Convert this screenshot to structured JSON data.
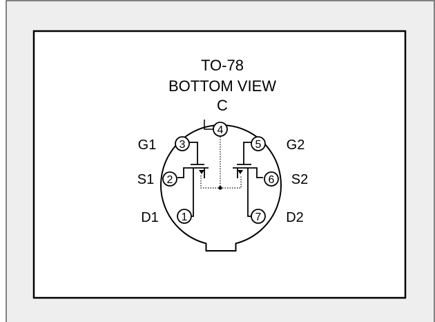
{
  "colors": {
    "outer_panel": "#eeeeee",
    "outer_border": "#5a5a5a",
    "inner_panel": "#ffffff",
    "ink": "#000000"
  },
  "diagram": {
    "title_line1": "TO-78",
    "title_line2": "BOTTOM VIEW",
    "case_label": "C",
    "labels": {
      "g1": "G1",
      "s1": "S1",
      "d1": "D1",
      "g2": "G2",
      "s2": "S2",
      "d2": "D2"
    },
    "pins": [
      "1",
      "2",
      "3",
      "4",
      "5",
      "6",
      "7"
    ]
  }
}
